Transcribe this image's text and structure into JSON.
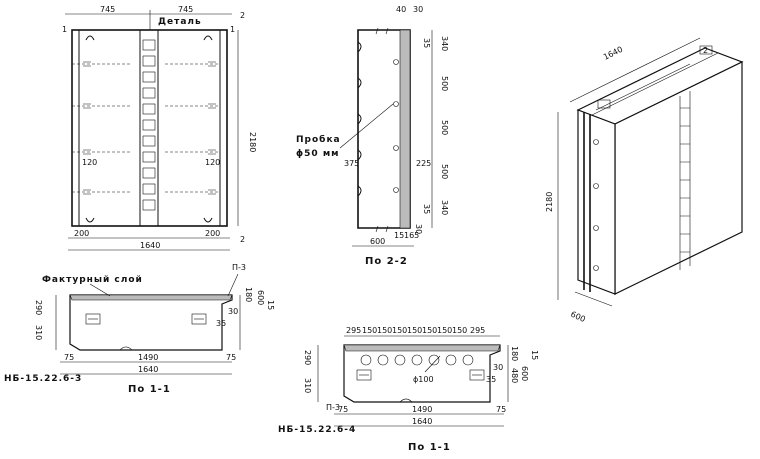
{
  "front_view": {
    "dims": {
      "half_left": "745",
      "half_right": "745",
      "height": "2180",
      "edge_left": "200",
      "edge_right": "200",
      "width": "1640",
      "pitch_left": "120",
      "pitch_right": "120"
    },
    "detail_label": "Деталь",
    "section_marks": [
      "1",
      "1",
      "2",
      "2"
    ]
  },
  "section_2_2": {
    "top_dims": [
      "40",
      "30"
    ],
    "right_dims": [
      "340",
      "500",
      "500",
      "500",
      "340"
    ],
    "right_small": [
      "35",
      "35",
      "30"
    ],
    "inner_dims": [
      "375",
      "225"
    ],
    "bottom_dims": [
      "15",
      "165",
      "600"
    ],
    "plug_label": "Пробка",
    "plug_diameter": "ϕ50 мм",
    "caption": "По 2-2"
  },
  "iso_view": {
    "width_label": "1640",
    "height_label": "2180",
    "depth_label": "600",
    "mark": "2"
  },
  "section_1_1_a": {
    "texture_label": "Фактурный слой",
    "p3": "П-3",
    "left_dims": [
      "290",
      "310"
    ],
    "right_dims": [
      "30",
      "35",
      "180",
      "600",
      "15"
    ],
    "bottom_dims": [
      "75",
      "1490",
      "75",
      "1640"
    ],
    "product_code": "НБ-15.22.6-3",
    "caption": "По 1-1"
  },
  "section_1_1_b": {
    "top_dims": [
      "295",
      "150",
      "150",
      "150",
      "150",
      "150",
      "150",
      "150",
      "295"
    ],
    "hole_label": "ϕ100",
    "p3": "П-3",
    "left_dims": [
      "290",
      "310"
    ],
    "right_dims": [
      "180",
      "15",
      "30",
      "480",
      "600",
      "35"
    ],
    "bottom_dims": [
      "75",
      "1490",
      "75",
      "1640"
    ],
    "product_code": "НБ-15.22.6-4",
    "caption": "По 1-1"
  }
}
